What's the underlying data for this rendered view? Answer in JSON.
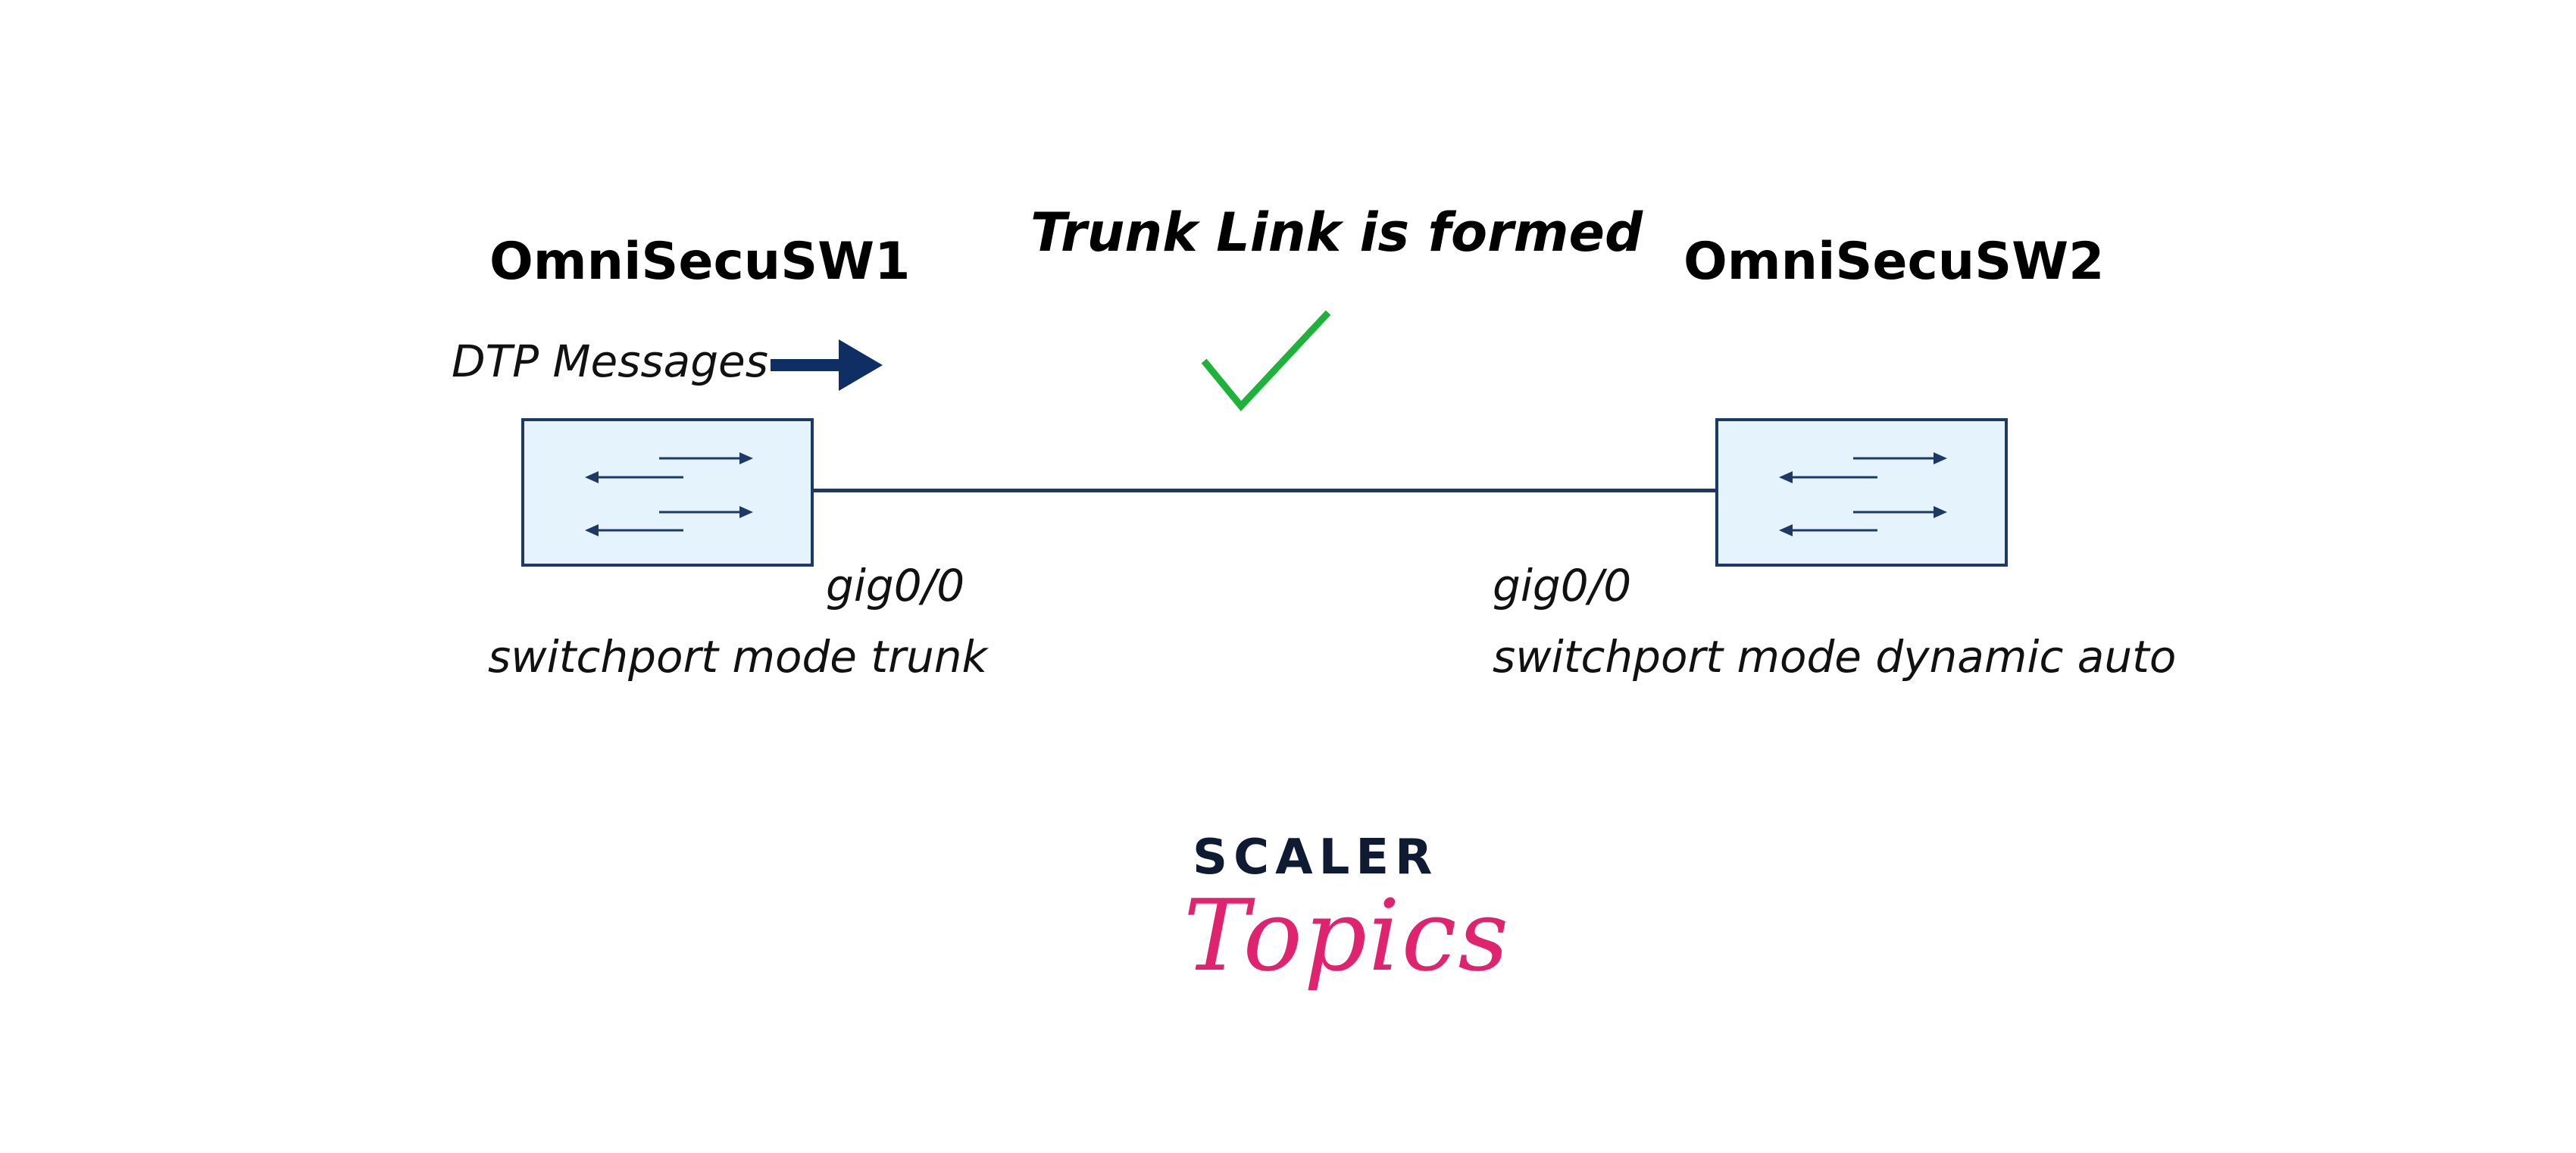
{
  "switches": [
    {
      "name": "OmniSecuSW1",
      "port": "gig0/0",
      "config": "switchport mode trunk"
    },
    {
      "name": "OmniSecuSW2",
      "port": "gig0/0",
      "config": "switchport mode dynamic auto"
    }
  ],
  "dtp": {
    "label": "DTP Messages",
    "arrow_icon": "right-arrow-icon"
  },
  "status": {
    "title": "Trunk Link is formed",
    "icon": "checkmark-icon",
    "check_color": "#1db33a"
  },
  "logo": {
    "brand": "SCALER",
    "sub": "Topics",
    "brand_color": "#0f1b33",
    "sub_color": "#e0236f"
  },
  "colors": {
    "link_line": "#1d3a66",
    "switch_border": "#1d3a66",
    "switch_fill": "#e4f3fc",
    "arrow": "#0f2e63"
  }
}
